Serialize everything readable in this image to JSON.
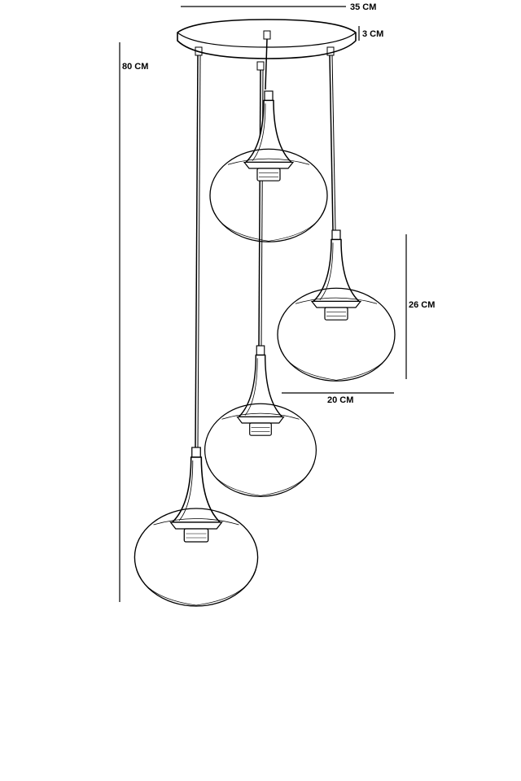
{
  "diagram": {
    "dimensions": {
      "canopy_diameter": "35 CM",
      "canopy_height": "3 CM",
      "total_drop": "80 CM",
      "shade_height": "26 CM",
      "shade_width": "20 CM"
    },
    "pendant_count": 4,
    "colors": {
      "line": "#000000",
      "background": "#ffffff"
    }
  }
}
